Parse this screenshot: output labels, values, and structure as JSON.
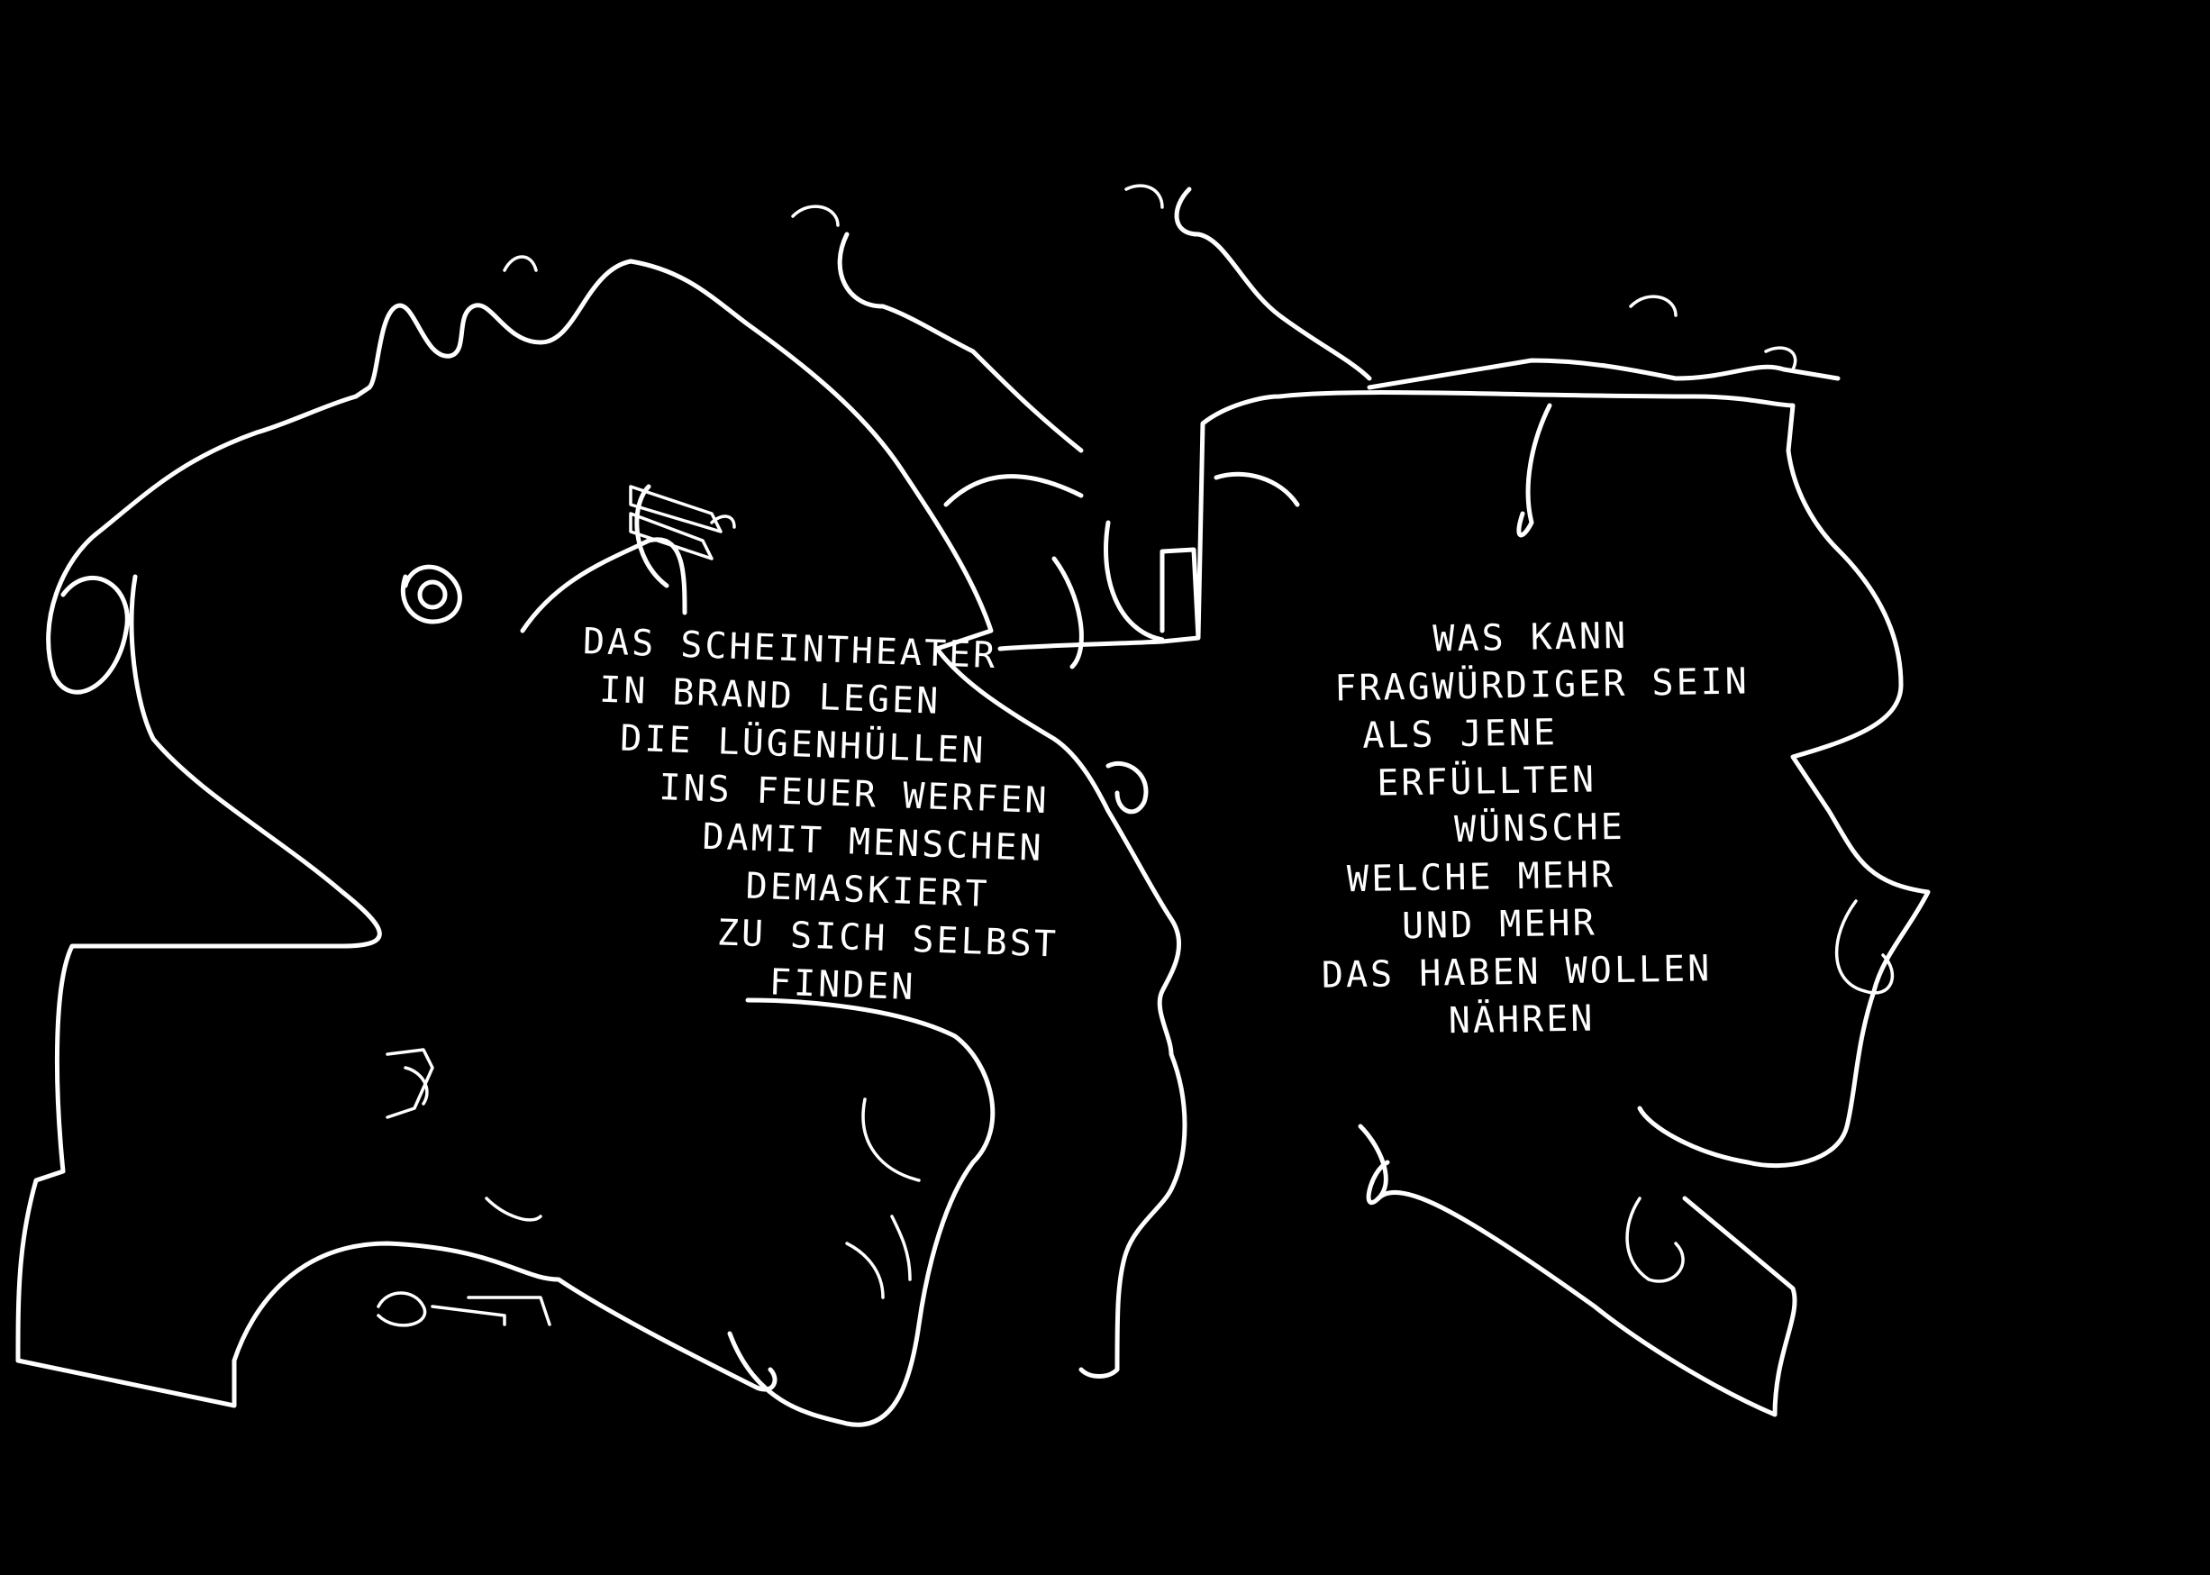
{
  "background_color": "#000000",
  "ink_color": "#ffffff",
  "poem_left": {
    "lines": [
      "Das Scheintheater",
      "in Brand legen",
      "die Lügenhüllen",
      "ins Feuer werfen",
      "damit Menschen",
      "demaskiert",
      "zu sich selbst",
      "finden"
    ]
  },
  "poem_right": {
    "lines": [
      "Was kann",
      "fragwürdiger sein",
      "als jene",
      "erfüllten",
      "Wünsche",
      "welche mehr",
      "und mehr",
      "das haben wollen",
      "nähren"
    ]
  },
  "decorations": {
    "left_panel_icon": "ornate-outline",
    "right_panel_icon": "ornate-outline",
    "flourish_icon": "curl-flourish"
  }
}
